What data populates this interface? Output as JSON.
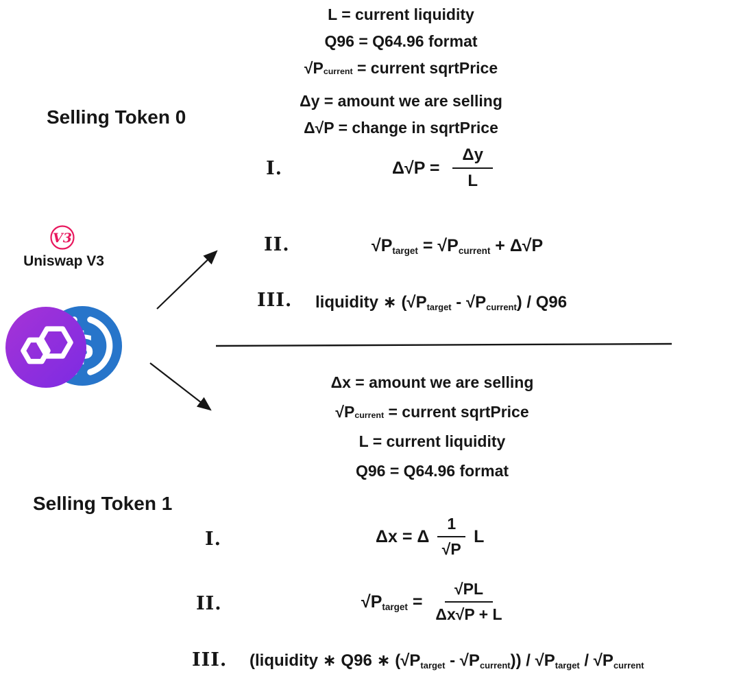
{
  "colors": {
    "ink": "#161616",
    "uniswap_pink": "#E8175D",
    "usdc_blue": "#2775CA",
    "polygon_gradient_start": "#A633D6",
    "polygon_gradient_end": "#7C2BE3"
  },
  "uniswap": {
    "badge_text": "V3",
    "label": "Uniswap V3"
  },
  "tokens": {
    "usdc_symbol": "$"
  },
  "section0": {
    "label": "Selling Token 0",
    "defs": [
      [
        [
          "t",
          "L = current liquidity"
        ]
      ],
      [
        [
          "t",
          "Q96 = Q64.96 format"
        ]
      ],
      [
        [
          "t",
          "√P"
        ],
        [
          "s",
          "current"
        ],
        [
          "t",
          " = current sqrtPrice"
        ]
      ],
      [
        [
          "t",
          "Δy = amount we are selling"
        ]
      ],
      [
        [
          "t",
          "Δ√P = change in sqrtPrice"
        ]
      ]
    ],
    "items": {
      "i": {
        "label": "I.",
        "lhs": "Δ√P = ",
        "frac": {
          "num": "Δy",
          "den": "L"
        }
      },
      "ii": {
        "label": "II.",
        "parts": [
          [
            "t",
            "√P"
          ],
          [
            "s",
            "target"
          ],
          [
            "t",
            " = √P"
          ],
          [
            "s",
            "current"
          ],
          [
            "t",
            " + Δ√P"
          ]
        ]
      },
      "iii": {
        "label": "III.",
        "parts": [
          [
            "t",
            "liquidity ∗ (√P"
          ],
          [
            "s",
            "target"
          ],
          [
            "t",
            " - √P"
          ],
          [
            "s",
            "current"
          ],
          [
            "t",
            ") / Q96"
          ]
        ]
      }
    }
  },
  "section1": {
    "label": "Selling Token 1",
    "defs": [
      [
        [
          "t",
          "Δx = amount we are selling"
        ]
      ],
      [
        [
          "t",
          "√P"
        ],
        [
          "s",
          "current"
        ],
        [
          "t",
          " = current sqrtPrice"
        ]
      ],
      [
        [
          "t",
          "L = current liquidity"
        ]
      ],
      [
        [
          "t",
          "Q96 = Q64.96 format"
        ]
      ]
    ],
    "items": {
      "i": {
        "label": "I.",
        "lhs": "Δx = Δ",
        "frac": {
          "num": "1",
          "den": "√P"
        },
        "rhs": "L"
      },
      "ii": {
        "label": "II.",
        "lhs_parts": [
          [
            "t",
            "√P"
          ],
          [
            "s",
            "target"
          ],
          [
            "t",
            " = "
          ]
        ],
        "frac": {
          "num": "√PL",
          "den": "Δx√P + L"
        }
      },
      "iii": {
        "label": "III.",
        "parts": [
          [
            "t",
            "(liquidity ∗ Q96 ∗ (√P"
          ],
          [
            "s",
            "target"
          ],
          [
            "t",
            " - √P"
          ],
          [
            "s",
            "current"
          ],
          [
            "t",
            ")) / √P"
          ],
          [
            "s",
            "target"
          ],
          [
            "t",
            " / √P"
          ],
          [
            "s",
            "current"
          ]
        ]
      }
    }
  }
}
